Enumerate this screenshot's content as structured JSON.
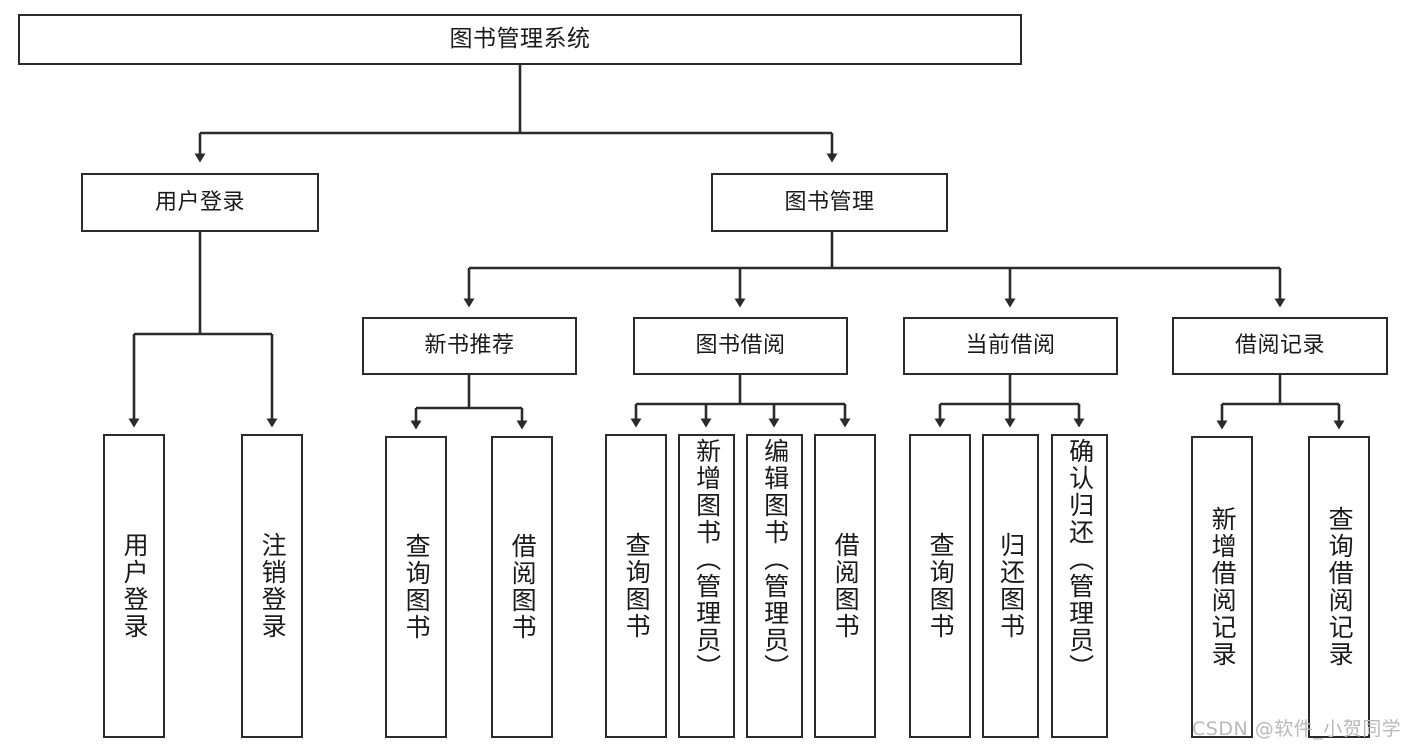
{
  "diagram": {
    "title": "图书管理系统",
    "type": "hierarchy-tree",
    "watermark": "CSDN @软件_小贺同学",
    "colors": {
      "background": "#ffffff",
      "box_border": "#2b2b2b",
      "box_fill": "#ffffff",
      "text": "#1a1a1a",
      "edge": "#2b2b2b",
      "watermark": "#b9b9b9"
    },
    "levels": {
      "root": {
        "label": "图书管理系统"
      },
      "level2": [
        {
          "id": "user-login",
          "label": "用户登录"
        },
        {
          "id": "book-management",
          "label": "图书管理"
        }
      ],
      "level3": [
        {
          "id": "new-book-recommend",
          "label": "新书推荐"
        },
        {
          "id": "book-borrow",
          "label": "图书借阅"
        },
        {
          "id": "current-borrow",
          "label": "当前借阅"
        },
        {
          "id": "borrow-record",
          "label": "借阅记录"
        }
      ],
      "leaves": {
        "user-login": [
          {
            "id": "leaf-user-login",
            "label": "用户登录"
          },
          {
            "id": "leaf-user-logout",
            "label": "注销登录"
          }
        ],
        "new-book-recommend": [
          {
            "id": "leaf-query-book-1",
            "label": "查询图书"
          },
          {
            "id": "leaf-borrow-book-1",
            "label": "借阅图书"
          }
        ],
        "book-borrow": [
          {
            "id": "leaf-query-book-2",
            "label": "查询图书"
          },
          {
            "id": "leaf-add-book-admin",
            "label": "新增图书（管理员）"
          },
          {
            "id": "leaf-edit-book-admin",
            "label": "编辑图书（管理员）"
          },
          {
            "id": "leaf-borrow-book-2",
            "label": "借阅图书"
          }
        ],
        "current-borrow": [
          {
            "id": "leaf-query-book-3",
            "label": "查询图书"
          },
          {
            "id": "leaf-return-book",
            "label": "归还图书"
          },
          {
            "id": "leaf-confirm-return-admin",
            "label": "确认归还（管理员）"
          }
        ],
        "borrow-record": [
          {
            "id": "leaf-add-borrow-record",
            "label": "新增借阅记录"
          },
          {
            "id": "leaf-query-borrow-record",
            "label": "查询借阅记录"
          }
        ]
      }
    }
  }
}
